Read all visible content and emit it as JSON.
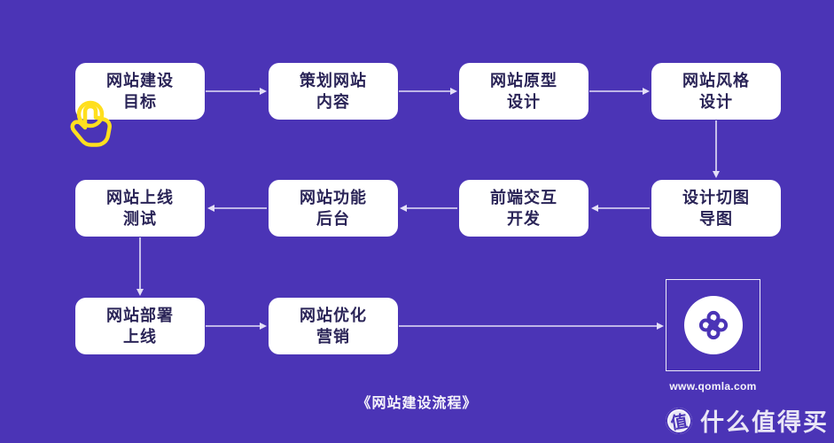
{
  "flow": {
    "caption": "《网站建设流程》",
    "nodes": [
      {
        "id": "goal",
        "line1": "网站建设",
        "line2": "目标"
      },
      {
        "id": "plan",
        "line1": "策划网站",
        "line2": "内容"
      },
      {
        "id": "prototype",
        "line1": "网站原型",
        "line2": "设计"
      },
      {
        "id": "style",
        "line1": "网站风格",
        "line2": "设计"
      },
      {
        "id": "test",
        "line1": "网站上线",
        "line2": "测试"
      },
      {
        "id": "backend",
        "line1": "网站功能",
        "line2": "后台"
      },
      {
        "id": "frontend",
        "line1": "前端交互",
        "line2": "开发"
      },
      {
        "id": "slicing",
        "line1": "设计切图",
        "line2": "导图"
      },
      {
        "id": "deploy",
        "line1": "网站部署",
        "line2": "上线"
      },
      {
        "id": "seo",
        "line1": "网站优化",
        "line2": "营销"
      }
    ]
  },
  "branding": {
    "website_url": "www.qomla.com"
  },
  "watermark": {
    "icon_char": "值",
    "label": "什么值得买"
  },
  "icons": {
    "cursor": "tap-cursor-icon",
    "logo": "qomla-knot-icon",
    "badge": "zhi-badge-icon"
  },
  "colors": {
    "background": "#4B34B6",
    "node_bg": "#FFFFFF",
    "node_text": "#2A2457",
    "arrow": "#EDEAFB",
    "cursor_yellow": "#FFDF1E",
    "watermark_white": "rgba(255,255,255,0.88)"
  }
}
